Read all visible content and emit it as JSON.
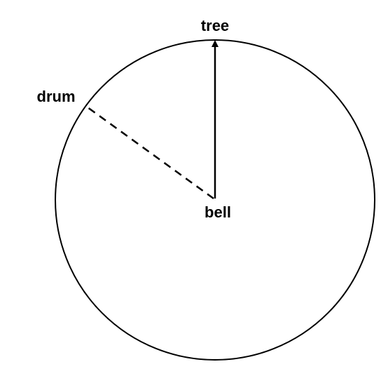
{
  "labels": {
    "top": "tree",
    "left": "drum",
    "center": "bell"
  },
  "colors": {
    "stroke": "#000000",
    "background": "#ffffff"
  }
}
